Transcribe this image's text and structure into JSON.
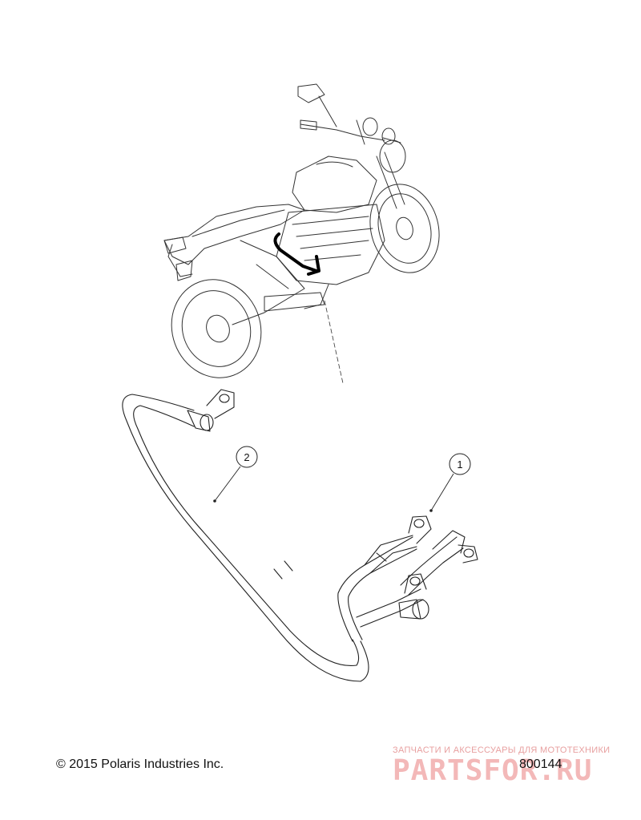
{
  "callouts": [
    {
      "label": "2",
      "part": "cable-long"
    },
    {
      "label": "1",
      "part": "cable-short"
    }
  ],
  "footer": {
    "copyright": "© 2015 Polaris Industries Inc.",
    "figure_number": "800144"
  },
  "watermark": {
    "tagline": "ЗАПЧАСТИ И АКСЕССУАРЫ ДЛЯ МОТОТЕХНИКИ",
    "brand": "PARTSFOR.RU"
  },
  "colors": {
    "line": "#222222",
    "watermark": "#f0a8a8"
  }
}
